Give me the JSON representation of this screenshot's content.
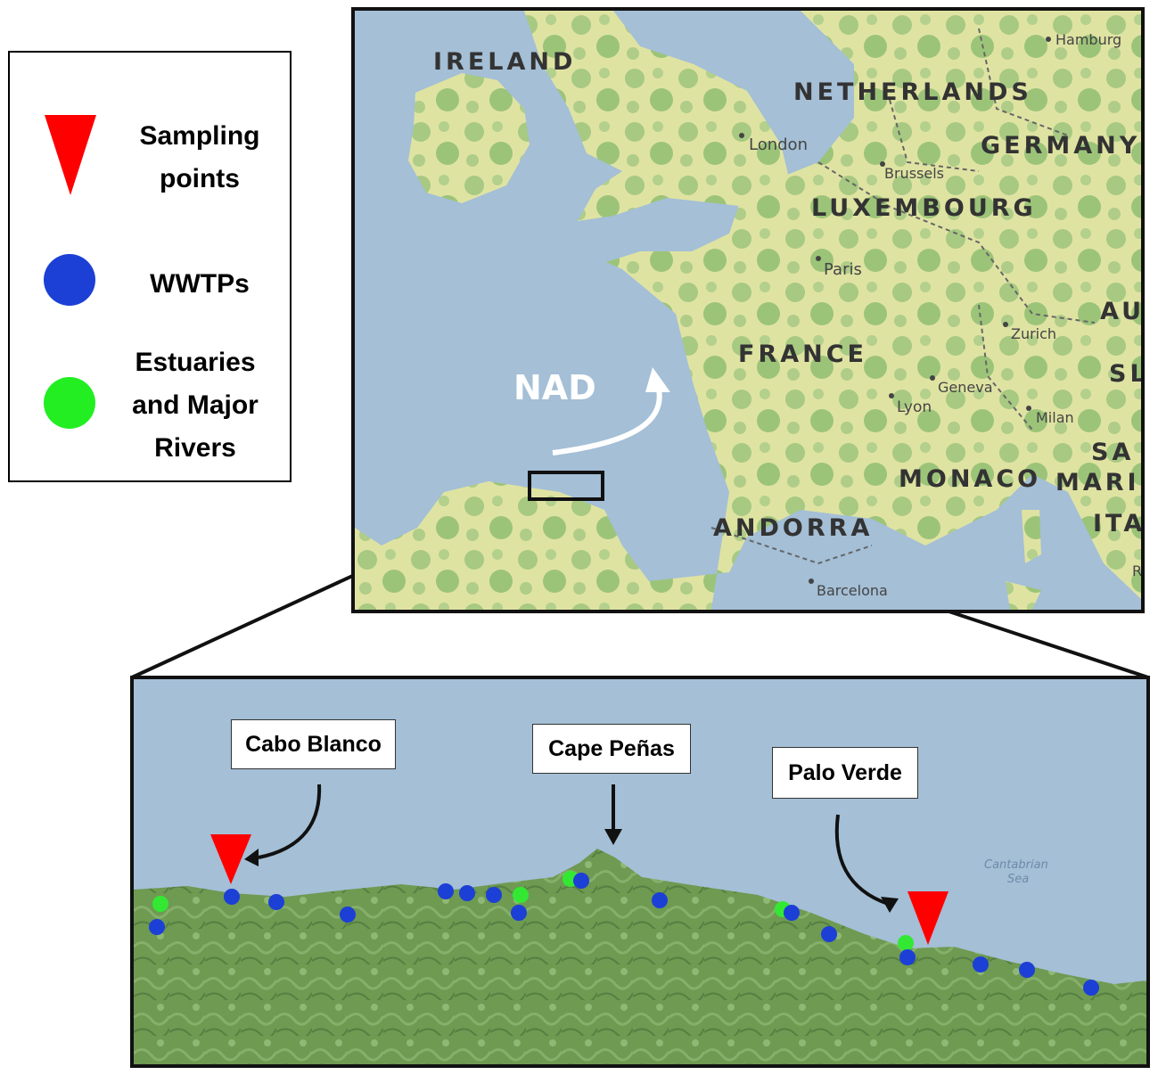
{
  "legend": {
    "items": [
      {
        "label": "Sampling points",
        "color": "#ff0000",
        "icon": "red-triangle-icon"
      },
      {
        "label": "WWTPs",
        "color": "#1c3fd6",
        "icon": "blue-circle-icon"
      },
      {
        "label": "Estuaries and Major Rivers",
        "color": "#22ee22",
        "icon": "green-circle-icon"
      }
    ]
  },
  "overview_map": {
    "countries": [
      "IRELAND",
      "NETHERLANDS",
      "GERMANY",
      "LUXEMBOURG",
      "FRANCE",
      "MONACO",
      "ANDORRA",
      "AU",
      "SL",
      "SA",
      "MARI",
      "ITA"
    ],
    "cities": [
      "Hamburg",
      "London",
      "Brussels",
      "Paris",
      "Zurich",
      "Geneva",
      "Lyon",
      "Milan",
      "Barcelona",
      "R"
    ],
    "current_label": "NAD",
    "colors": {
      "sea": "#a4bfd6",
      "land": "#e7e4a6",
      "forest": "#9cc479"
    }
  },
  "detail_map": {
    "sea_label_1": "Cantabrian",
    "sea_label_2": "Sea",
    "callouts": [
      "Cabo Blanco",
      "Cape Peñas",
      "Palo Verde"
    ],
    "colors": {
      "sea": "#a4bfd6",
      "land": "#6e9a52",
      "wwtp": "#1c3fd6",
      "estuary": "#33e833",
      "sampling": "#ff0000"
    }
  }
}
